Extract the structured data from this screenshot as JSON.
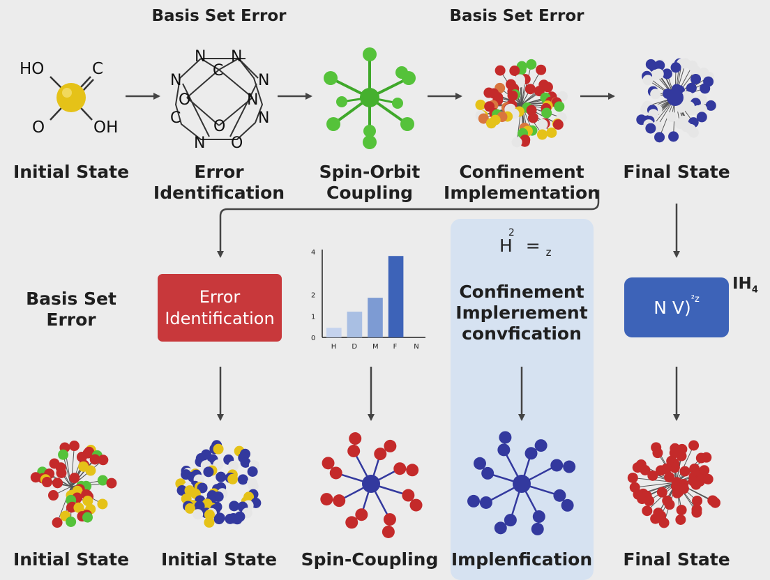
{
  "headers": {
    "top_left": "Basis Set Error",
    "top_right": "Basis Set Error"
  },
  "top_row": [
    {
      "line1": "Initial State",
      "line2": ""
    },
    {
      "line1": "Error",
      "line2": "Identification"
    },
    {
      "line1": "Spin-Orbit",
      "line2": "Coupling"
    },
    {
      "line1": "Confinement",
      "line2": "Implementation"
    },
    {
      "line1": "Final State",
      "line2": ""
    }
  ],
  "molecule1": {
    "a": "HO",
    "b": "C",
    "c": "O",
    "d": "OH"
  },
  "molecule2": {
    "n1": "N",
    "n2": "N",
    "c1": "C",
    "n3": "N",
    "n4": "N",
    "o1": "O",
    "n5": "N",
    "c2": "C",
    "o2": "O",
    "n6": "N",
    "n7": "N",
    "o3": "O"
  },
  "middle": {
    "basis_line1": "Basis Set",
    "basis_line2": "Error",
    "red_box_line1": "Error",
    "red_box_line2": "Identification",
    "formula_h": "H",
    "formula_sup": "2",
    "formula_eq": "=",
    "formula_sub": "z",
    "blue_panel_line1": "Confinement",
    "blue_panel_line2": "Implerıement",
    "blue_panel_line3": "convfication",
    "blue_box_text": "N V)",
    "blue_box_sup": "²z",
    "ih_text": "IH",
    "ih_sub": "4"
  },
  "chart_data": {
    "type": "bar",
    "categories": [
      "H",
      "D",
      "M",
      "F",
      "N"
    ],
    "values": [
      0.45,
      1.2,
      1.85,
      3.8,
      null
    ],
    "yticks": [
      0,
      1,
      2,
      4
    ],
    "ylim": [
      0,
      4.1
    ],
    "colors": [
      "#c5d3ee",
      "#a9bfe3",
      "#7d9bd3",
      "#3d63b8"
    ]
  },
  "bottom_row": [
    "Initial State",
    "Initial State",
    "Spin-Coupling",
    "Implenfication",
    "Final State"
  ],
  "colors": {
    "red": "#c42a2a",
    "blue": "#33399e",
    "green": "#55c23a",
    "yellow": "#e5c218",
    "white": "#e6e6e6",
    "orange": "#d9763e",
    "arrow": "#444444"
  }
}
